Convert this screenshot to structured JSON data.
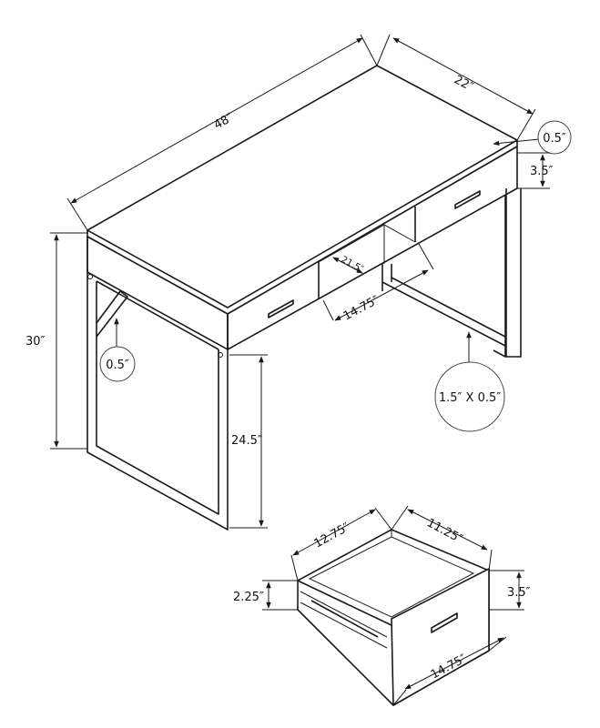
{
  "desk": {
    "width": "48″",
    "depth": "22″",
    "top_thickness": "0.5″",
    "apron_height": "3.5″",
    "height": "30″",
    "side_brace": "0.5″",
    "shelf_depth": "21.5″",
    "opening_width": "14.75″",
    "leg_profile": "1.5″ X 0.5″",
    "knee_height": "24.5″"
  },
  "drawer": {
    "depth": "12.75″",
    "inner_width": "11.25″",
    "side_height": "2.25″",
    "front_height": "3.5″",
    "front_width": "14.75″"
  },
  "colors": {
    "line": "#1a1a1a",
    "background": "#ffffff"
  }
}
